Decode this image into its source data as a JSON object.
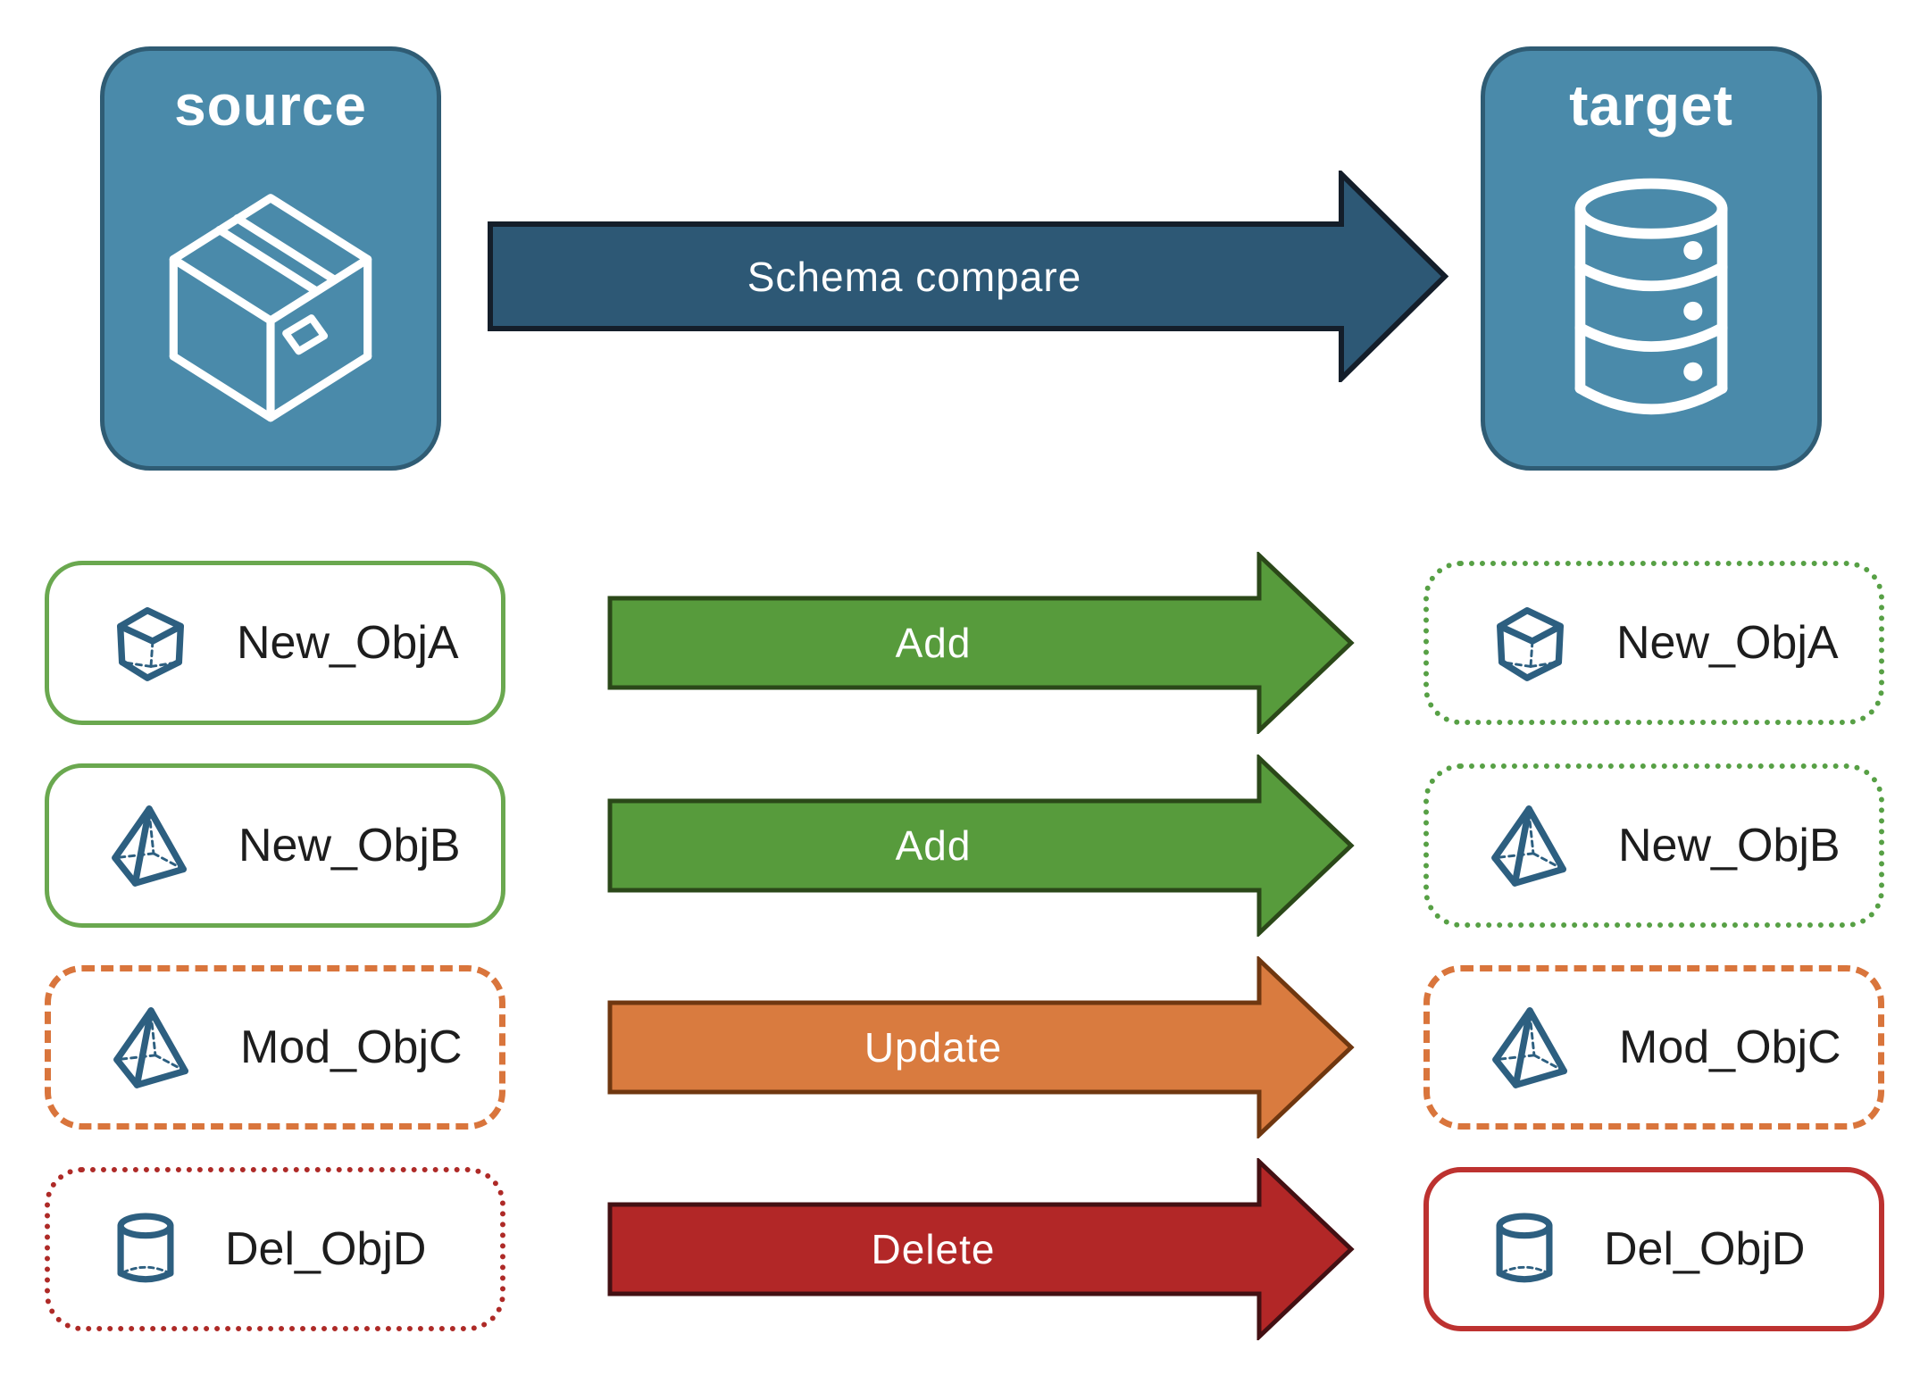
{
  "nodes": {
    "source": {
      "label": "source",
      "icon": "package-icon"
    },
    "target": {
      "label": "target",
      "icon": "database-icon"
    }
  },
  "compare_arrow": {
    "label": "Schema compare"
  },
  "rows": [
    {
      "object": "New_ObjA",
      "action": "Add",
      "icon": "cube-icon",
      "source_card_border": "solid-green",
      "target_card_border": "dotted-green"
    },
    {
      "object": "New_ObjB",
      "action": "Add",
      "icon": "pyramid-icon",
      "source_card_border": "solid-green",
      "target_card_border": "dotted-green"
    },
    {
      "object": "Mod_ObjC",
      "action": "Update",
      "icon": "pyramid-icon",
      "source_card_border": "dashed-orange",
      "target_card_border": "dashed-orange"
    },
    {
      "object": "Del_ObjD",
      "action": "Delete",
      "icon": "cylinder-icon",
      "source_card_border": "dotted-red",
      "target_card_border": "solid-red"
    }
  ],
  "colors": {
    "node_fill": "#4a8aaa",
    "node_border": "#2f5c74",
    "icon_blue": "#2d5f80",
    "compare_arrow_fill": "#2d5875",
    "compare_arrow_border": "#141e2a",
    "add_arrow_fill": "#579b3c",
    "add_arrow_border": "#2b4819",
    "update_arrow_fill": "#d97b3f",
    "update_arrow_border": "#6f3710",
    "delete_arrow_fill": "#b22727",
    "delete_arrow_border": "#431013",
    "green_solid_border": "#6aa84f",
    "green_dotted_border": "#57a045",
    "orange_dashed_border": "#d9753c",
    "red_dotted_border": "#ae2a27",
    "red_solid_border": "#bd3230",
    "label_text": "#1d1d1d"
  }
}
